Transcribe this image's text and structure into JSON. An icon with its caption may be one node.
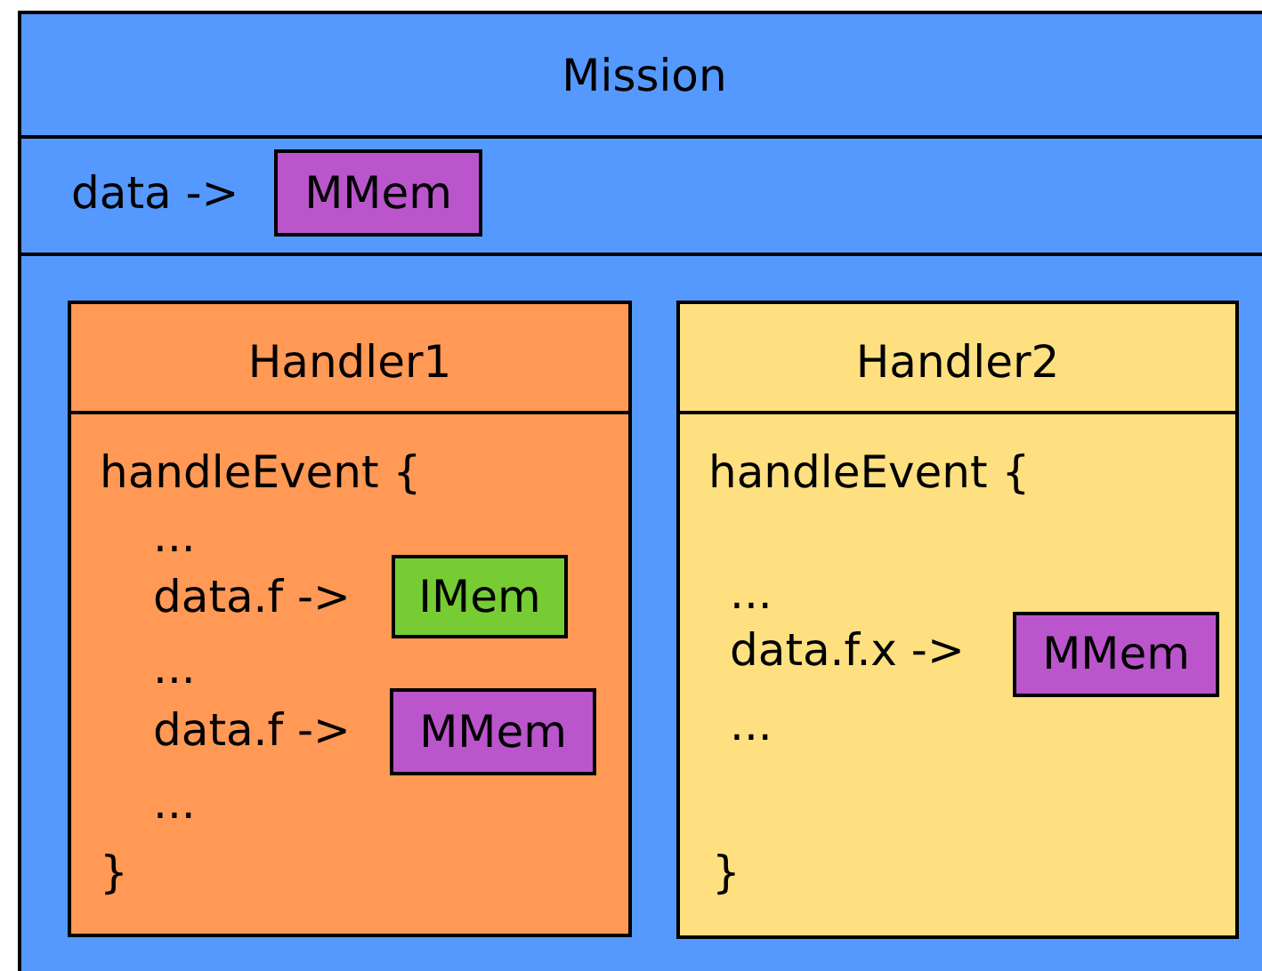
{
  "diagram": {
    "nodes": [
      {
        "text": [
          "Mission",
          "data ->"
        ]
      },
      {
        "text": [
          "MMem"
        ],
        "in": 0
      },
      {
        "text": [
          "Handler1",
          "handleEvent {",
          "...",
          "data.f ->",
          "...",
          "data.f ->",
          "...",
          "}"
        ],
        "in": 0
      },
      {
        "text": [
          "IMem"
        ],
        "in": 2
      },
      {
        "text": [
          "MMem"
        ],
        "in": 2
      },
      {
        "text": [
          "Handler2",
          "handleEvent {",
          "...",
          "data.f.x ->",
          "...",
          "}"
        ],
        "in": 0
      },
      {
        "text": [
          "MMem"
        ],
        "in": 5
      }
    ]
  }
}
